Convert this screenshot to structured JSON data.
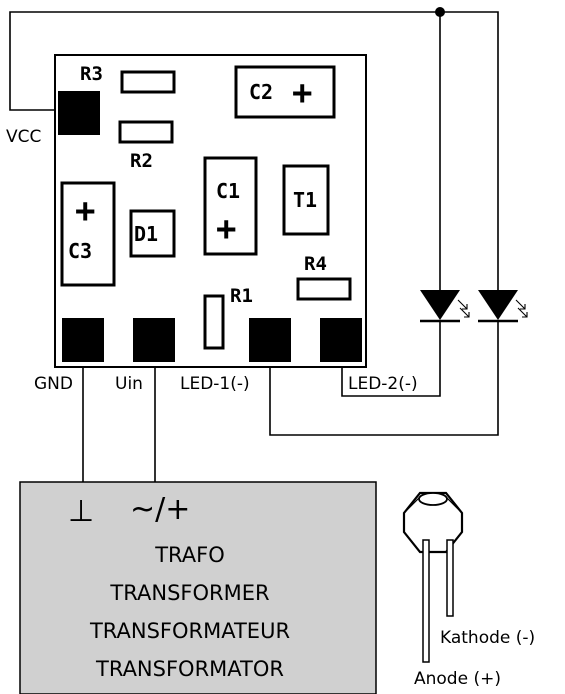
{
  "components": {
    "r3": "R3",
    "r2": "R2",
    "r4": "R4",
    "r1": "R1",
    "c2": "C2",
    "c1": "C1",
    "c3": "C3",
    "d1": "D1",
    "t1": "T1",
    "plus": "+"
  },
  "pins": {
    "vcc": "VCC",
    "gnd": "GND",
    "uin": "Uin",
    "led1": "LED-1(-)",
    "led2": "LED-2(-)"
  },
  "transformer": {
    "ground_symbol": "⊥",
    "ac_symbol": "~/+",
    "lines": [
      "TRAFO",
      "TRANSFORMER",
      "TRANSFORMATEUR",
      "TRANSFORMATOR"
    ]
  },
  "led_legend": {
    "cathode": "Kathode (-)",
    "anode": "Anode (+)"
  },
  "colors": {
    "transformer_fill": "#d0d0d0",
    "ink": "#000000"
  }
}
